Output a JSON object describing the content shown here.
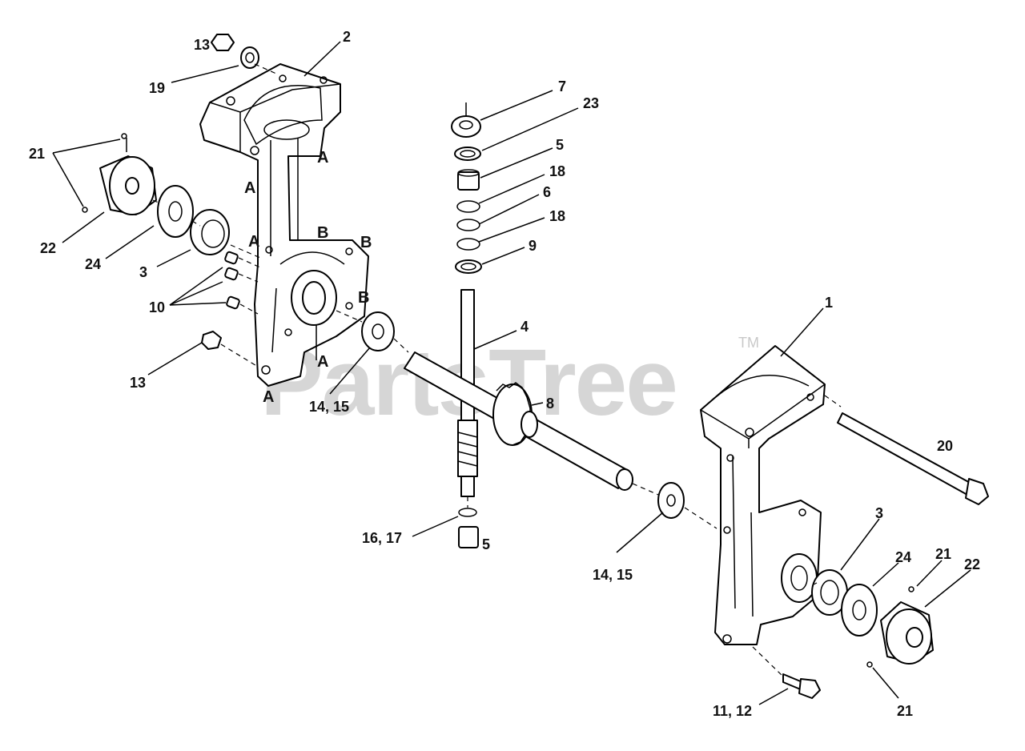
{
  "watermark": {
    "text": "PartsTree",
    "trademark": "TM"
  },
  "callouts": {
    "c1": "1",
    "c2": "2",
    "c3_left": "3",
    "c3_right": "3",
    "c4": "4",
    "c5_top": "5",
    "c5_bottom": "5",
    "c6": "6",
    "c7": "7",
    "c8": "8",
    "c9": "9",
    "c10": "10",
    "c11_12": "11, 12",
    "c13_top": "13",
    "c13_bottom": "13",
    "c14_15_left": "14, 15",
    "c14_15_right": "14, 15",
    "c16_17": "16, 17",
    "c18_a": "18",
    "c18_b": "18",
    "c19": "19",
    "c20": "20",
    "c21_left": "21",
    "c21_right_top": "21",
    "c21_right_bottom": "21",
    "c22_left": "22",
    "c22_right": "22",
    "c23": "23",
    "c24_left": "24",
    "c24_right": "24"
  },
  "assembly_marks": {
    "a": "A",
    "b": "B"
  }
}
